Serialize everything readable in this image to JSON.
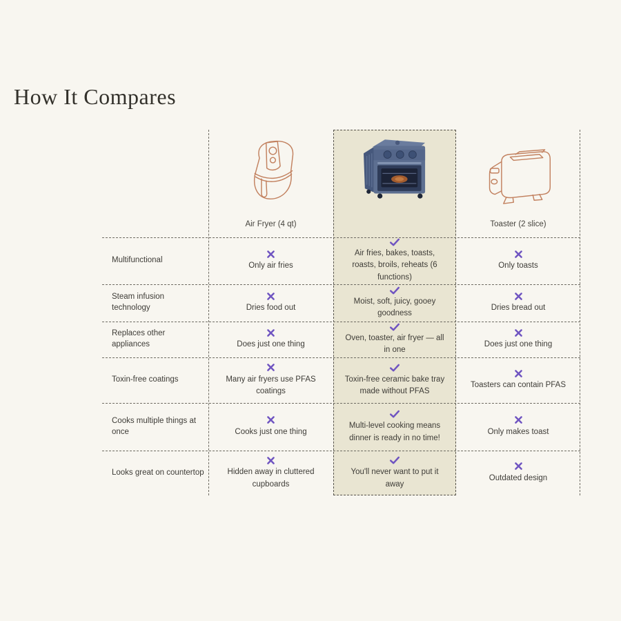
{
  "page": {
    "title": "How It Compares"
  },
  "colors": {
    "background": "#f8f6f0",
    "highlight_bg": "#e9e5d2",
    "accent_purple": "#6f54c1",
    "line_art_terracotta": "#c2815f",
    "oven_body_blue": "#5d6f91",
    "grid_line": "#6e6b62",
    "text": "#3e3c37"
  },
  "table": {
    "products": [
      {
        "name": "Air Fryer (4 qt)",
        "icon": "air-fryer-line-icon",
        "highlighted": false
      },
      {
        "name": "",
        "icon": "toaster-oven-image",
        "highlighted": true
      },
      {
        "name": "Toaster (2 slice)",
        "icon": "toaster-line-icon",
        "highlighted": false
      }
    ],
    "rows": [
      {
        "feature": "Multifunctional",
        "cells": [
          {
            "mark": "x",
            "text": "Only air fries"
          },
          {
            "mark": "check",
            "text": "Air fries, bakes, toasts, roasts, broils, reheats (6 functions)"
          },
          {
            "mark": "x",
            "text": "Only toasts"
          }
        ]
      },
      {
        "feature": "Steam infusion technology",
        "cells": [
          {
            "mark": "x",
            "text": "Dries food out"
          },
          {
            "mark": "check",
            "text": "Moist, soft, juicy, gooey goodness"
          },
          {
            "mark": "x",
            "text": "Dries bread out"
          }
        ]
      },
      {
        "feature": "Replaces other appliances",
        "cells": [
          {
            "mark": "x",
            "text": "Does just one thing"
          },
          {
            "mark": "check",
            "text": "Oven, toaster, air fryer — all in one"
          },
          {
            "mark": "x",
            "text": "Does just one thing"
          }
        ]
      },
      {
        "feature": "Toxin-free coatings",
        "cells": [
          {
            "mark": "x",
            "text": "Many air fryers use PFAS coatings"
          },
          {
            "mark": "check",
            "text": "Toxin-free ceramic bake tray made without PFAS"
          },
          {
            "mark": "x",
            "text": "Toasters can contain PFAS"
          }
        ]
      },
      {
        "feature": "Cooks multiple things at once",
        "cells": [
          {
            "mark": "x",
            "text": "Cooks just one thing"
          },
          {
            "mark": "check",
            "text": "Multi-level cooking means dinner is ready in no time!"
          },
          {
            "mark": "x",
            "text": "Only makes toast"
          }
        ]
      },
      {
        "feature": "Looks great on countertop",
        "cells": [
          {
            "mark": "x",
            "text": "Hidden away in cluttered cupboards"
          },
          {
            "mark": "check",
            "text": "You'll never want to put it away"
          },
          {
            "mark": "x",
            "text": "Outdated design"
          }
        ]
      }
    ]
  }
}
